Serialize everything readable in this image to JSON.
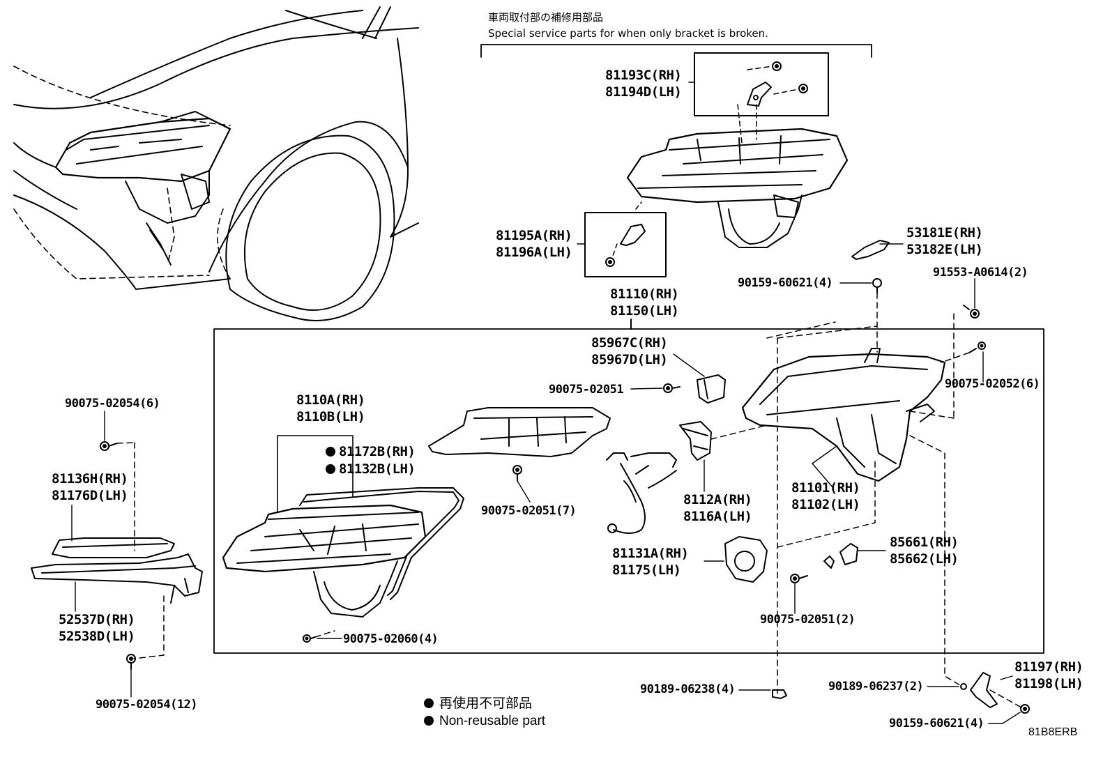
{
  "notes": {
    "special_jp": "車両取付部の補修用部品",
    "special_en": "Special service parts for when only bracket is broken."
  },
  "legend": {
    "jp": "再使用不可部品",
    "en": "Non-reusable part"
  },
  "diagram_code": "81B8ERB",
  "callouts": {
    "p81193": [
      "81193C(RH)",
      "81194D(LH)"
    ],
    "p81195": [
      "81195A(RH)",
      "81196A(LH)"
    ],
    "p53181": [
      "53181E(RH)",
      "53182E(LH)"
    ],
    "p90159a": "90159-60621(4)",
    "p91553": "91553-A0614(2)",
    "p81110": [
      "81110(RH)",
      "81150(LH)"
    ],
    "p85967": [
      "85967C(RH)",
      "85967D(LH)"
    ],
    "p90075_02051a": "90075-02051",
    "p90075_02052": "90075-02052(6)",
    "p90075_02054a": "90075-02054(6)",
    "p8110": [
      "8110A(RH)",
      "8110B(LH)"
    ],
    "p81172": [
      "81172B(RH)",
      "81132B(LH)"
    ],
    "p81136": [
      "81136H(RH)",
      "81176D(LH)"
    ],
    "p90075_02051b": "90075-02051(7)",
    "p8112": [
      "8112A(RH)",
      "8116A(LH)"
    ],
    "p81101": [
      "81101(RH)",
      "81102(LH)"
    ],
    "p81131": [
      "81131A(RH)",
      "81175(LH)"
    ],
    "p85661": [
      "85661(RH)",
      "85662(LH)"
    ],
    "p52537": [
      "52537D(RH)",
      "52538D(LH)"
    ],
    "p90075_02060": "90075-02060(4)",
    "p90075_02051c": "90075-02051(2)",
    "p90075_02054b": "90075-02054(12)",
    "p90189_06238": "90189-06238(4)",
    "p90189_06237": "90189-06237(2)",
    "p81197": [
      "81197(RH)",
      "81198(LH)"
    ],
    "p90159b": "90159-60621(4)"
  }
}
